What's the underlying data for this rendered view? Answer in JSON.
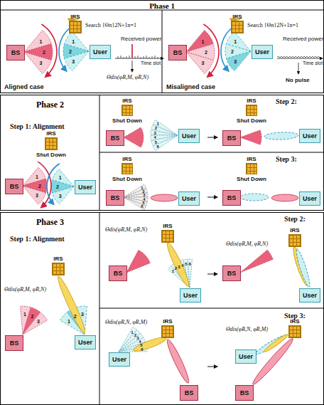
{
  "diagram": {
    "nodes": [
      {
        "text": [
          "Phase 1"
        ]
      },
      {
        "text": [
          "IRS"
        ],
        "in": 0
      },
      {
        "text": [
          "BS"
        ],
        "in": 0
      },
      {
        "text": [
          "User"
        ],
        "in": 0
      },
      {
        "text": [
          "IRS"
        ],
        "in": 0
      },
      {
        "text": [
          "BS"
        ],
        "in": 0
      },
      {
        "text": [
          "User"
        ],
        "in": 0
      },
      {
        "text": [
          "Phase 2"
        ]
      },
      {
        "text": [
          "IRS",
          "Shut Down"
        ],
        "in": 7
      },
      {
        "text": [
          "BS"
        ],
        "in": 7
      },
      {
        "text": [
          "User"
        ],
        "in": 7
      },
      {
        "text": [
          "IRS",
          "Shut Down"
        ],
        "in": 7
      },
      {
        "text": [
          "BS"
        ],
        "in": 7
      },
      {
        "text": [
          "User"
        ],
        "in": 7
      },
      {
        "text": [
          "IRS",
          "Shut Down"
        ],
        "in": 7
      },
      {
        "text": [
          "BS"
        ],
        "in": 7
      },
      {
        "text": [
          "User"
        ],
        "in": 7
      },
      {
        "text": [
          "IRS",
          "Shut Down"
        ],
        "in": 7
      },
      {
        "text": [
          "BS"
        ],
        "in": 7
      },
      {
        "text": [
          "User"
        ],
        "in": 7
      },
      {
        "text": [
          "IRS",
          "Shut Down"
        ],
        "in": 7
      },
      {
        "text": [
          "BS"
        ],
        "in": 7
      },
      {
        "text": [
          "User"
        ],
        "in": 7
      },
      {
        "text": [
          "Phase 3"
        ]
      },
      {
        "text": [
          "IRS"
        ],
        "in": 23
      },
      {
        "text": [
          "BS"
        ],
        "in": 23
      },
      {
        "text": [
          "User"
        ],
        "in": 23
      },
      {
        "text": [
          "IRS"
        ],
        "in": 23
      },
      {
        "text": [
          "BS"
        ],
        "in": 23
      },
      {
        "text": [
          "User"
        ],
        "in": 23
      },
      {
        "text": [
          "IRS"
        ],
        "in": 23
      },
      {
        "text": [
          "BS"
        ],
        "in": 23
      },
      {
        "text": [
          "User"
        ],
        "in": 23
      },
      {
        "text": [
          "IRS"
        ],
        "in": 23
      },
      {
        "text": [
          "User"
        ],
        "in": 23
      },
      {
        "text": [
          "BS"
        ],
        "in": 23
      },
      {
        "text": [
          "IRS"
        ],
        "in": 23
      },
      {
        "text": [
          "User"
        ],
        "in": 23
      },
      {
        "text": [
          "BS"
        ],
        "in": 23
      }
    ],
    "labels": [
      "Search {Θn}2N+1n=1",
      "Search {Θn}2N+1n=1",
      "Received power",
      "Received power",
      "Time slot",
      "Time slot",
      "Θdis(φR,M, φR,N)",
      "Aligned case",
      "Misaligned case",
      "No pulse",
      "Step 1: Alignment",
      "Step 2:",
      "Step 3:",
      "Step 1: Alignment",
      "Θdis(φR,M, φR,N)",
      "Step 2:",
      "Θdis(φR,M, φR,N)",
      "Θdis(φR,M, φR,N)",
      "Step 3:",
      "Θdis(φR,N, φR,M)",
      "Θdis(φR,N, φR,M)",
      "1",
      "2",
      "3",
      "1",
      "2",
      "3",
      "1",
      "2",
      "3",
      "1",
      "2",
      "3",
      "1",
      "2",
      "3",
      "1",
      "2",
      "3",
      "1",
      "2",
      "3",
      "4",
      "5",
      "6",
      "1",
      "2",
      "3",
      "4",
      "5",
      "6",
      "1",
      "2",
      "3",
      "1",
      "2",
      "3",
      "1",
      "2",
      "3",
      "4",
      "5",
      "6",
      "1",
      "2",
      "3",
      "4",
      "5",
      "6"
    ]
  }
}
